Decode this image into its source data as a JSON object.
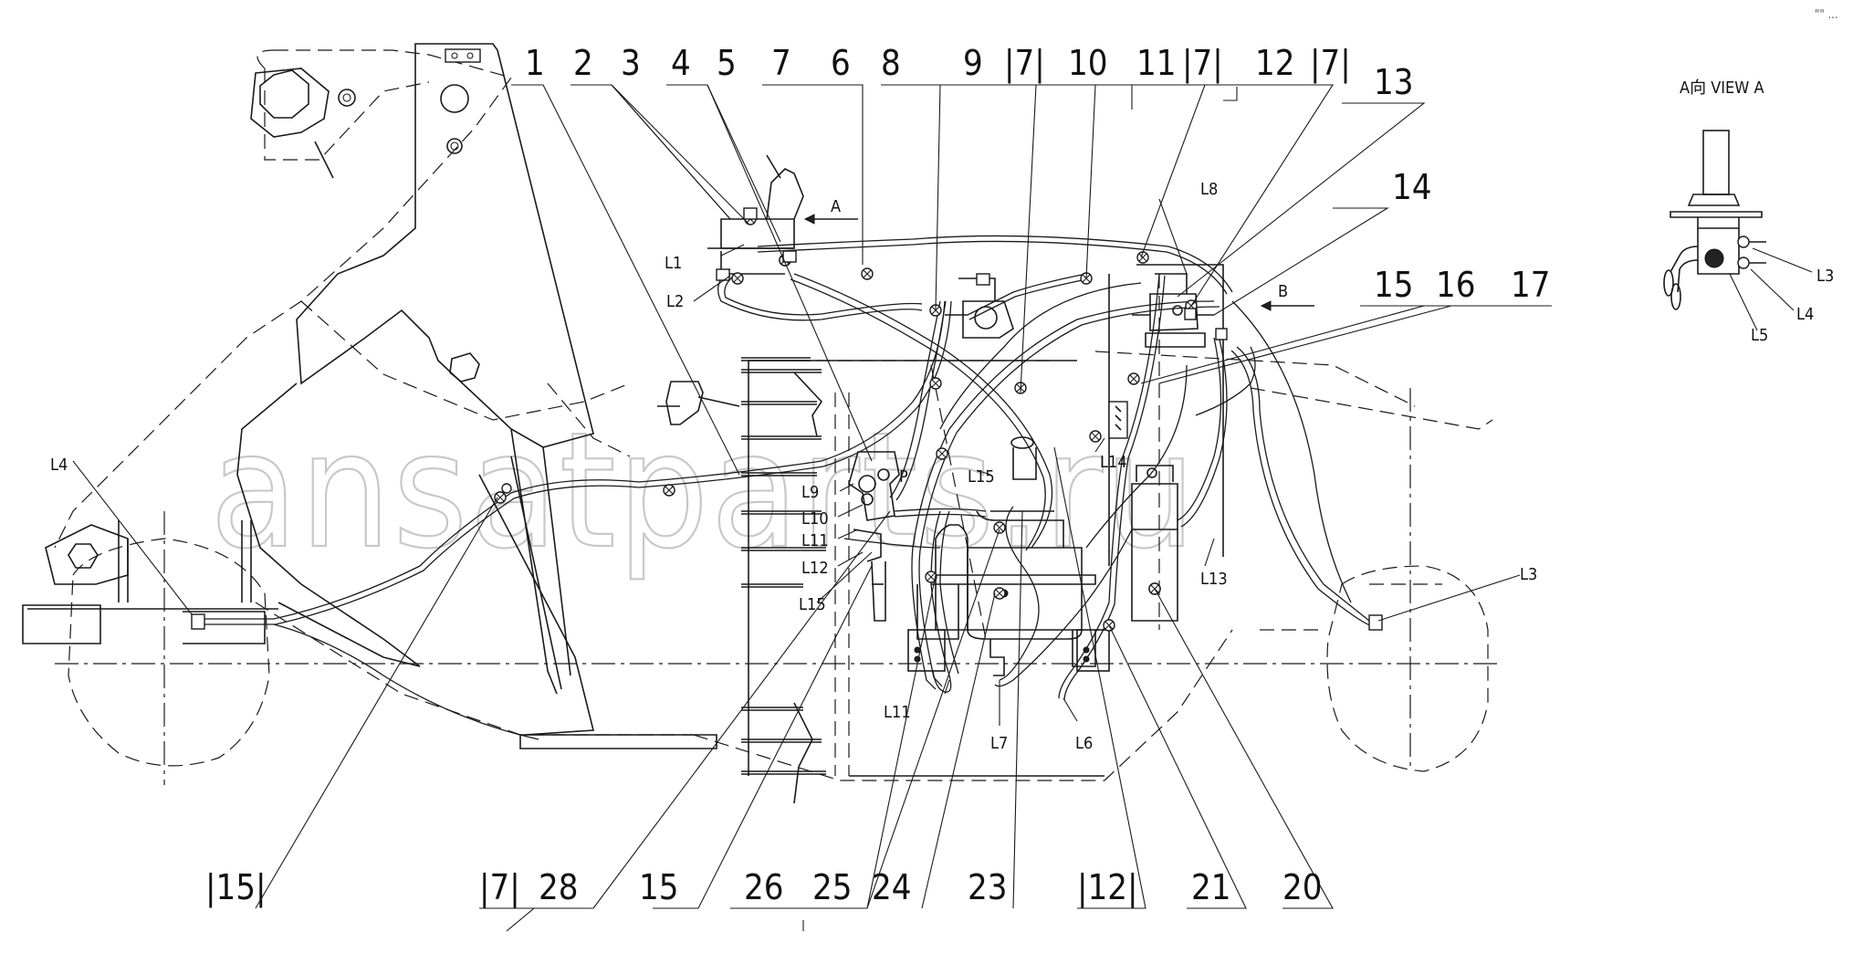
{
  "callouts_top": [
    "1",
    "2",
    "3",
    "4",
    "5",
    "7",
    "6",
    "8",
    "9",
    "|7|",
    "10",
    "11",
    "|7|",
    "12",
    "|7|",
    "13",
    "14",
    "15",
    "16",
    "17"
  ],
  "callouts_bottom": [
    "|15|",
    "|7|",
    "28",
    "15",
    "26",
    "25",
    "24",
    "23",
    "|12|",
    "21",
    "20"
  ],
  "line_labels": [
    "L1",
    "L2",
    "L3",
    "L4",
    "L5",
    "L6",
    "L7",
    "L8",
    "L9",
    "L10",
    "L11",
    "L12",
    "L13",
    "L14",
    "L15",
    "L15",
    "L11",
    "L4",
    "L3"
  ],
  "direction_markers": {
    "a": "A",
    "b": "B",
    "p": "P"
  },
  "view_title": "A向  VIEW A",
  "watermark": "ansatparts.ru",
  "corner_mark": "\"\" ..."
}
